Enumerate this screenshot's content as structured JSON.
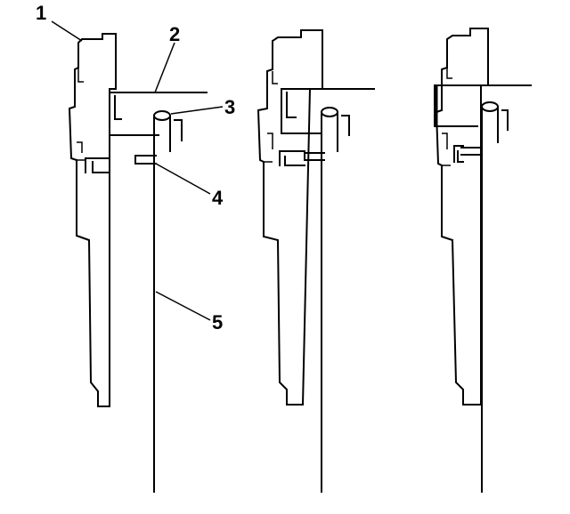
{
  "figure": {
    "background": "#ffffff",
    "line_color": "#000000",
    "views": [
      {
        "id": "view-1"
      },
      {
        "id": "view-2"
      },
      {
        "id": "view-3"
      }
    ],
    "callouts": [
      {
        "number": "1"
      },
      {
        "number": "2"
      },
      {
        "number": "3"
      },
      {
        "number": "4"
      },
      {
        "number": "5"
      }
    ]
  }
}
